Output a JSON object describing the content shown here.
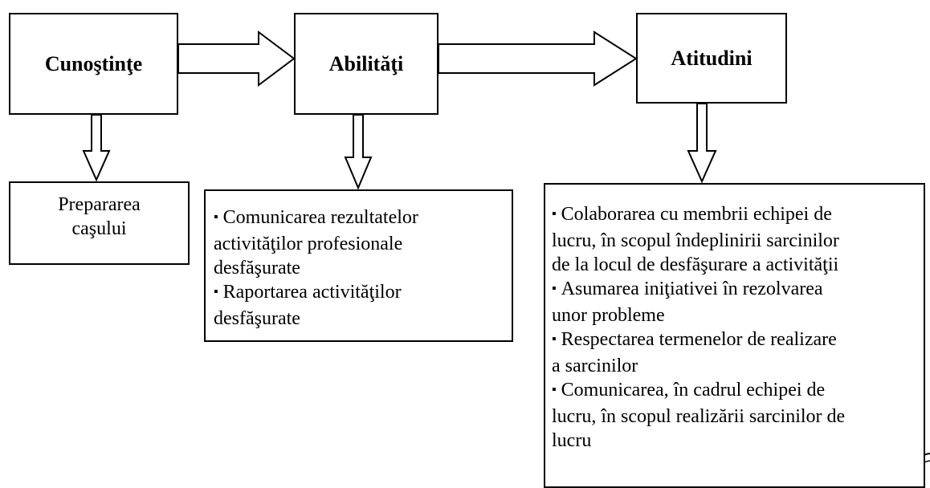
{
  "boxes": {
    "knowledge": {
      "title": "Cunoştinţe"
    },
    "skills": {
      "title": "Abilităţi"
    },
    "attitudes": {
      "title": "Atitudini"
    }
  },
  "outcomes": {
    "knowledge": {
      "lines": [
        "Prepararea",
        "caşului"
      ]
    },
    "skills": {
      "items": [
        {
          "lines": [
            "Comunicarea rezultatelor",
            "activităţilor profesionale",
            "desfăşurate"
          ]
        },
        {
          "lines": [
            "Raportarea activităţilor",
            "desfăşurate"
          ]
        }
      ]
    },
    "attitudes": {
      "items": [
        {
          "lines": [
            "Colaborarea cu membrii echipei de",
            "lucru, în scopul îndeplinirii sarcinilor",
            "de la locul de desfăşurare a activităţii"
          ]
        },
        {
          "lines": [
            "Asumarea iniţiativei în rezolvarea",
            "unor probleme"
          ]
        },
        {
          "lines": [
            "Respectarea termenelor de realizare",
            "a sarcinilor"
          ]
        },
        {
          "lines": [
            "Comunicarea, în cadrul echipei de",
            "lucru, în scopul realizării sarcinilor de",
            "lucru"
          ]
        }
      ]
    }
  }
}
